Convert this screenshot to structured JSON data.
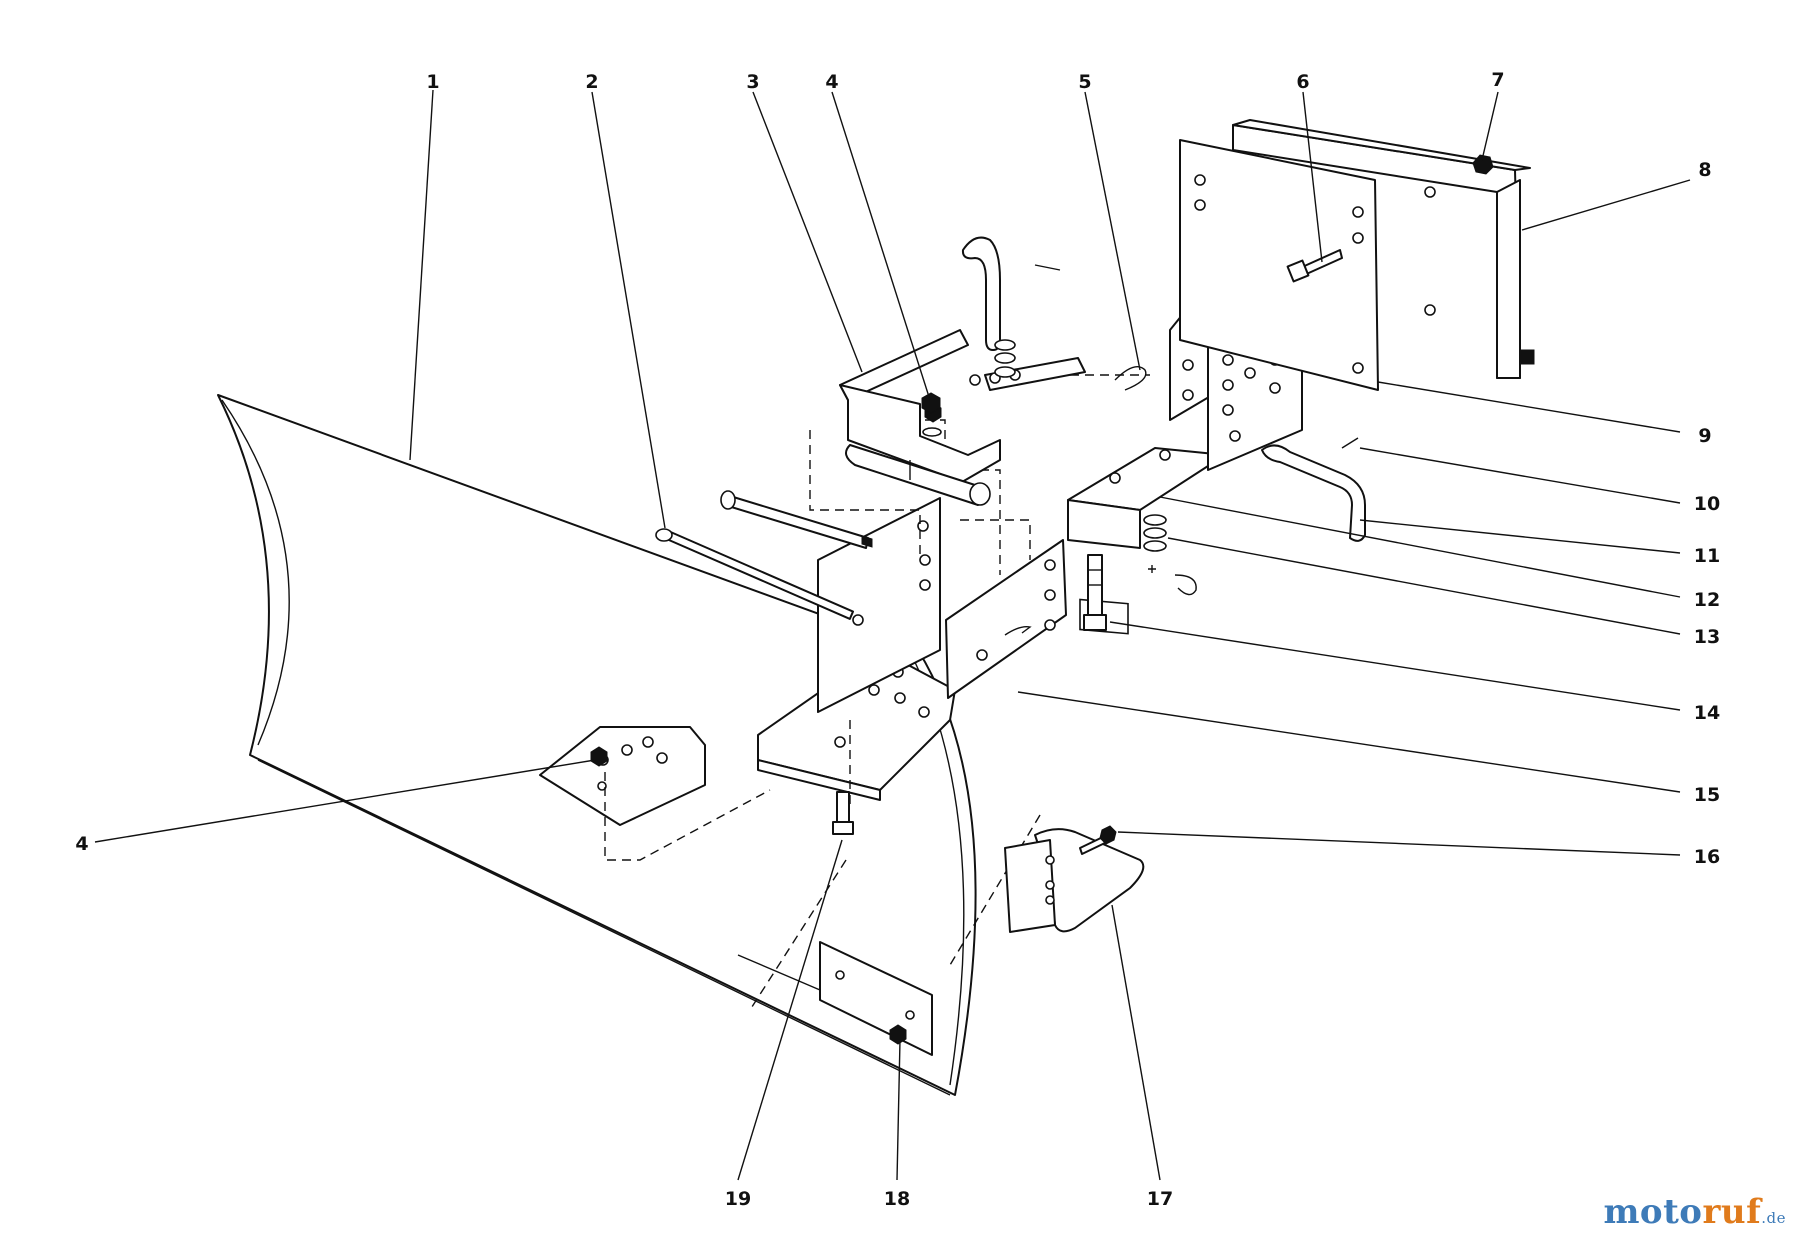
{
  "callouts": {
    "c1": "1",
    "c2": "2",
    "c3": "3",
    "c4a": "4",
    "c4b": "4",
    "c5": "5",
    "c6": "6",
    "c7": "7",
    "c8": "8",
    "c9": "9",
    "c10": "10",
    "c11": "11",
    "c12": "12",
    "c13": "13",
    "c14": "14",
    "c15": "15",
    "c16": "16",
    "c17": "17",
    "c18": "18",
    "c19": "19"
  },
  "watermark": {
    "part1": "moto",
    "part2": "ruf",
    "part3": ".de"
  },
  "colors": {
    "line": "#111111",
    "background": "#ffffff",
    "watermark_blue": "#3e7bb8",
    "watermark_orange": "#e07b1c"
  }
}
